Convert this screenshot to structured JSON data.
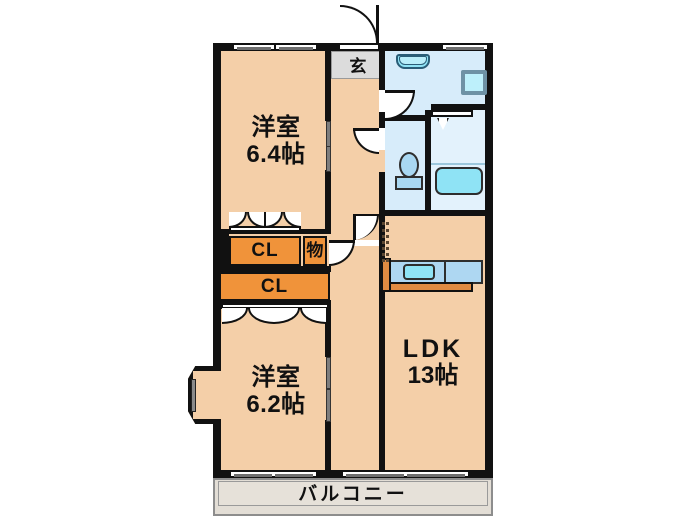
{
  "plan": {
    "type": "japanese-apartment-floorplan",
    "layout_code": "2LDK",
    "rooms": [
      {
        "id": "washitsu-top",
        "name_line1": "洋室",
        "name_line2": "6.4帖",
        "size_jo": 6.4,
        "kind": "western-room"
      },
      {
        "id": "washitsu-bottom",
        "name_line1": "洋室",
        "name_line2": "6.2帖",
        "size_jo": 6.2,
        "kind": "western-room"
      },
      {
        "id": "ldk",
        "name_line1": "LDK",
        "name_line2": "13帖",
        "size_jo": 13,
        "kind": "living-dining-kitchen"
      }
    ],
    "labels": {
      "genkan": "玄",
      "closet_upper": "CL",
      "closet_lower": "CL",
      "storage": "物",
      "balcony": "バルコニー"
    },
    "fixtures": [
      {
        "id": "entry-door",
        "name": "entrance-door"
      },
      {
        "id": "vanity-sink",
        "name": "washbasin"
      },
      {
        "id": "washing-machine",
        "name": "washing-machine-space"
      },
      {
        "id": "toilet",
        "name": "toilet"
      },
      {
        "id": "bathtub",
        "name": "bathtub"
      },
      {
        "id": "kitchen-sink",
        "name": "kitchen-sink"
      },
      {
        "id": "kitchen-counter",
        "name": "kitchen-counter"
      },
      {
        "id": "bay-window",
        "name": "bay-window"
      }
    ],
    "colors": {
      "wall": "#111111",
      "room_floor": "#f4cfa8",
      "closet": "#f0933a",
      "wet_area": "#d7ecfa",
      "bath_area": "#e3f2fc",
      "genkan_tile": "#dcdcdc",
      "balcony": "#e3ded6",
      "fixture_cyan": "#8fe3f5",
      "fixture_blue": "#a9d8f2",
      "background": "#ffffff"
    }
  }
}
